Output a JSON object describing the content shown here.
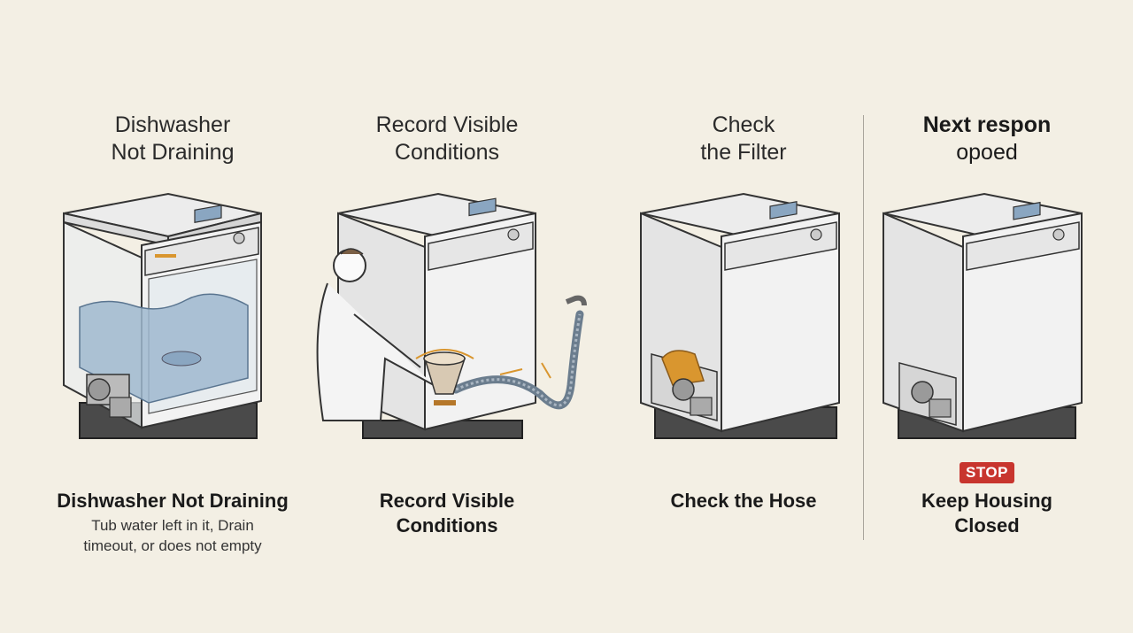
{
  "panels": [
    {
      "top_title_line1": "Dishwasher",
      "top_title_line2": "Not Draining",
      "caption_title": "Dishwasher Not Draining",
      "caption_line1": "Tub water left in it, Drain",
      "caption_line2": "timeout, or does not empty"
    },
    {
      "top_title_line1": "Record Visible",
      "top_title_line2": "Conditions",
      "caption_line1": "Record Visible",
      "caption_line2": "Conditions"
    },
    {
      "top_title_line1": "Check",
      "top_title_line2": "the Filter",
      "caption_title": "Check the Hose"
    },
    {
      "top_title_line1": "Next respon",
      "top_title_line2": "opoed",
      "badge": "STOP",
      "caption_line1": "Keep Housing",
      "caption_line2": "Closed"
    }
  ],
  "colors": {
    "background": "#f3efe4",
    "stop_badge": "#c8352e",
    "water": "#9fb9cf",
    "accent_orange": "#d9962f"
  }
}
